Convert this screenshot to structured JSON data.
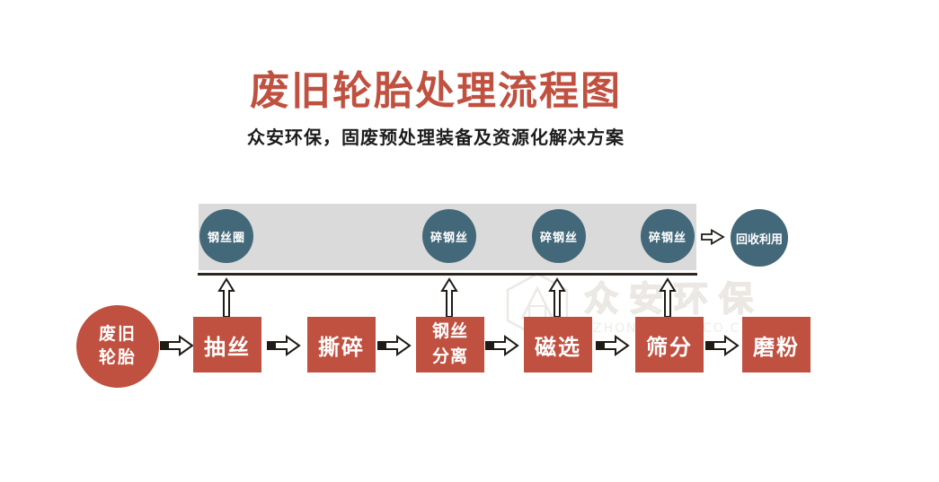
{
  "header": {
    "title": "废旧轮胎处理流程图",
    "subtitle": "众安环保，固废预处理装备及资源化解决方案"
  },
  "band": {
    "outputs": [
      "钢丝圈",
      "碎钢丝",
      "碎钢丝",
      "碎钢丝"
    ],
    "recycle_label": "回收利用"
  },
  "flow": {
    "source": "废旧\n轮胎",
    "steps": [
      {
        "label": "抽丝"
      },
      {
        "label": "撕碎"
      },
      {
        "label": "钢丝\n分离"
      },
      {
        "label": "磁选"
      },
      {
        "label": "筛分"
      },
      {
        "label": "磨粉"
      }
    ]
  },
  "watermark": {
    "cn": "众安环保",
    "latin_left": "ZHON",
    "latin_right": "CO.C"
  },
  "colors": {
    "accent_red": "#c0503f",
    "circle_teal": "#426879",
    "band_gray": "#dadada",
    "line_dark": "#2b2620",
    "watermark_gray": "#ece9e5"
  }
}
